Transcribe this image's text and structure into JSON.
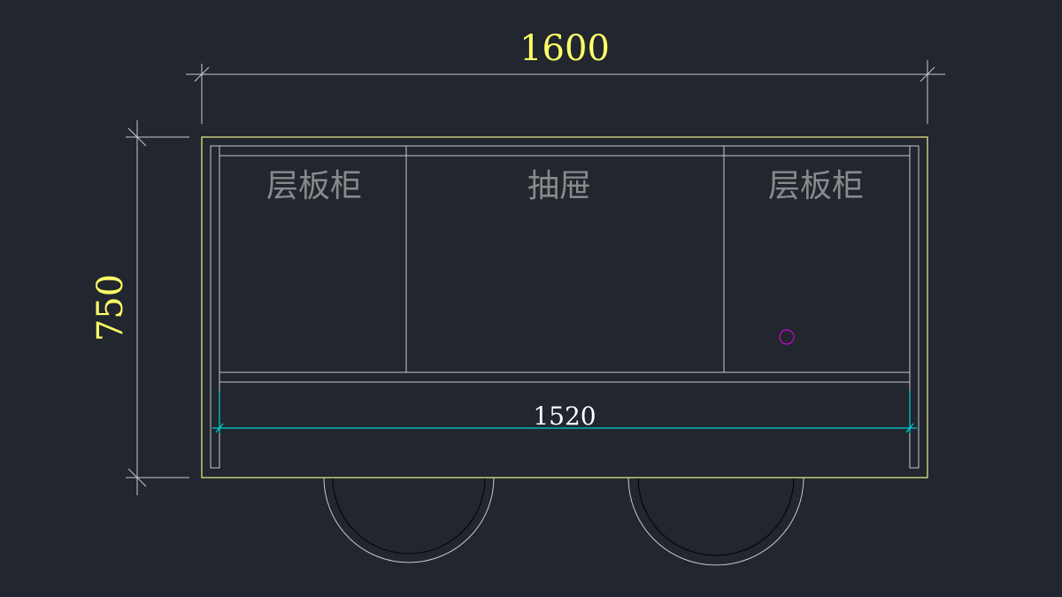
{
  "drawing": {
    "dimensions": {
      "overall_width": "1600",
      "overall_height": "750",
      "inner_width": "1520"
    },
    "labels": {
      "left_compartment": "层板柜",
      "middle_compartment": "抽屉",
      "right_compartment": "层板柜"
    }
  },
  "colors": {
    "background": "#21262f",
    "outline": "#f2f28a",
    "line": "#c9c9c9",
    "dim_text": "#ffff66",
    "inner_dim": "#00d2d2",
    "label": "#8a8a8a",
    "marker": "#d400d4"
  }
}
